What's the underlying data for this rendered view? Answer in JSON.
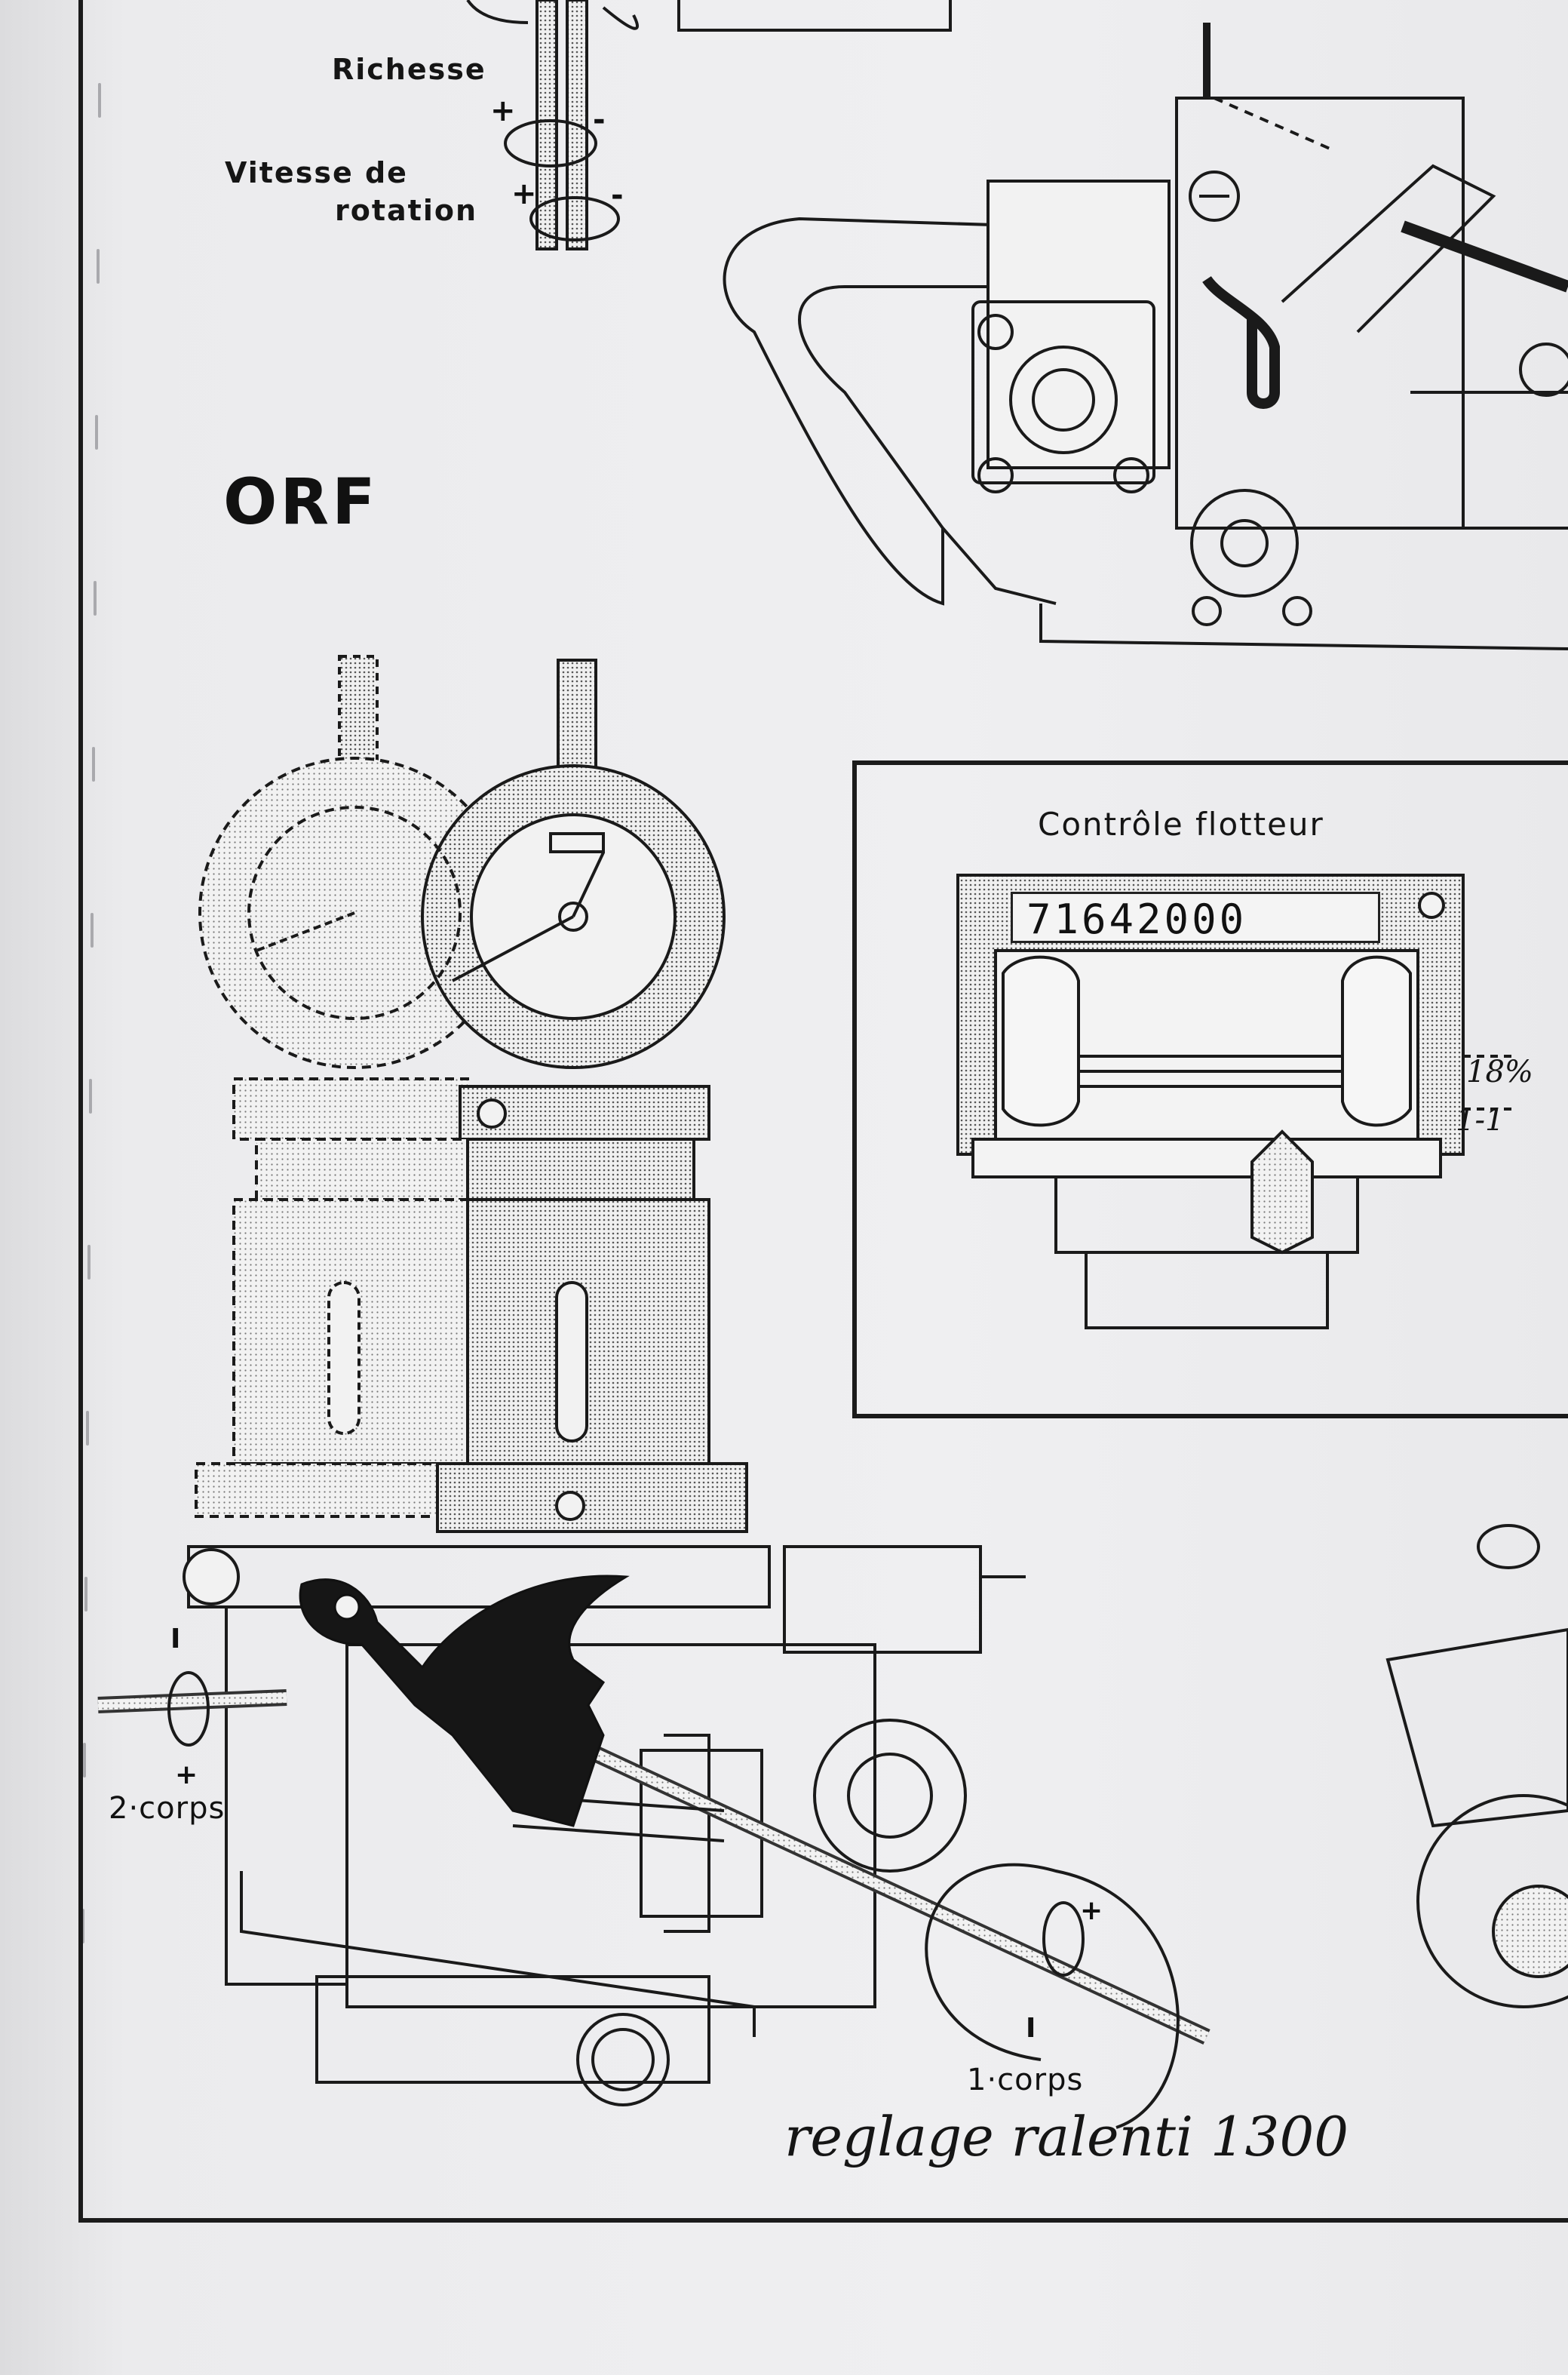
{
  "page": {
    "labels": {
      "richesse": "Richesse",
      "vitesse_line1": "Vitesse de",
      "vitesse_line2": "rotation",
      "plus": "+",
      "minus": "-",
      "section_title": "ORF"
    },
    "float_check": {
      "title": "Contrôle flotteur",
      "part_number": "71642000",
      "dimension_1": "18%",
      "dimension_2": "1-1"
    },
    "carburetor": {
      "second_body_label": "2·corps",
      "first_body_label": "1·corps",
      "handwritten_note": "reglage ralenti 1300"
    }
  }
}
